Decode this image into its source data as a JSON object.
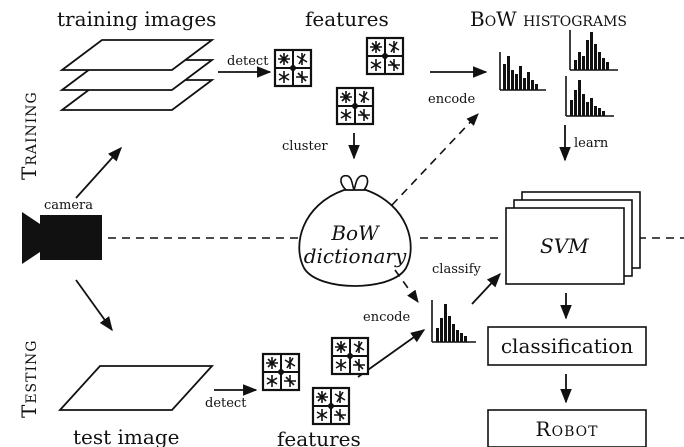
{
  "labels": {
    "training_images": "training images",
    "features_top": "features",
    "bow_histograms": "BoW histograms",
    "detect_top": "detect",
    "encode_top": "encode",
    "cluster": "cluster",
    "learn": "learn",
    "camera": "camera",
    "dictionary_line1": "BoW",
    "dictionary_line2": "dictionary",
    "classify": "classify",
    "svm": "SVM",
    "encode_bottom": "encode",
    "classification": "classification",
    "detect_bottom": "detect",
    "test_image": "test image",
    "features_bottom": "features",
    "robot": "Robot",
    "training_side": "Training",
    "testing_side": "Testing"
  }
}
